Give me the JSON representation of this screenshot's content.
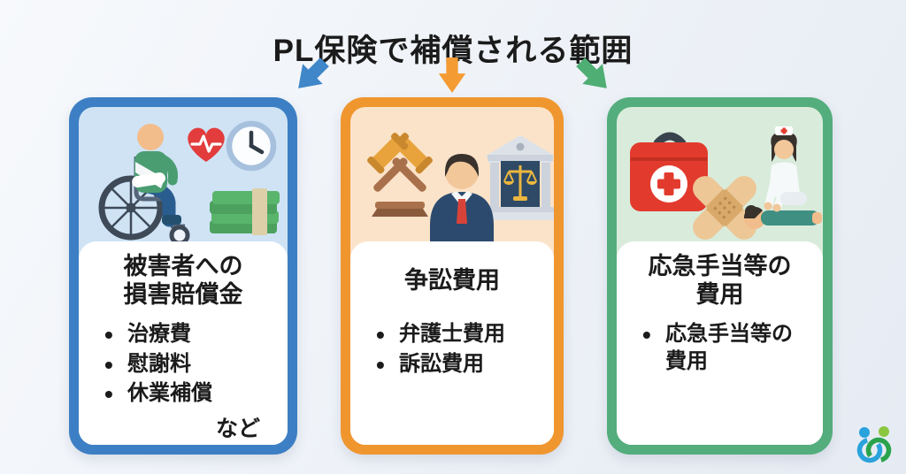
{
  "title": "PL保険で補償される範囲",
  "arrows": [
    {
      "direction": "down-left",
      "color": "#3f87c9"
    },
    {
      "direction": "down",
      "color": "#f49b33"
    },
    {
      "direction": "down-right",
      "color": "#4fae74"
    }
  ],
  "cards": [
    {
      "accent_color": "#3d7fc4",
      "illustration_bg": "#cfe3f5",
      "icons": [
        "wheelchair-patient-icon",
        "heart-pulse-icon",
        "clock-icon",
        "money-stack-icon"
      ],
      "title_line1": "被害者への",
      "title_line2": "損害賠償金",
      "items": [
        "治療費",
        "慰謝料",
        "休業補償"
      ],
      "note": "など"
    },
    {
      "accent_color": "#f0962f",
      "illustration_bg": "#fbe3c9",
      "icons": [
        "crossed-gavels-icon",
        "lawyer-icon",
        "courthouse-scales-icon"
      ],
      "title_line1": "争訟費用",
      "title_line2": "",
      "items": [
        "弁護士費用",
        "訴訟費用"
      ],
      "note": ""
    },
    {
      "accent_color": "#54ad7c",
      "illustration_bg": "#d9ecdc",
      "icons": [
        "first-aid-kit-icon",
        "bandage-icon",
        "nurse-cpr-icon"
      ],
      "title_line1": "応急手当等の",
      "title_line2": "費用",
      "items": [
        "応急手当等の費用"
      ],
      "note": ""
    }
  ],
  "logo": {
    "colors": {
      "blue": "#2aa2db",
      "green": "#2aa34c",
      "light_green": "#8cc63e"
    }
  }
}
